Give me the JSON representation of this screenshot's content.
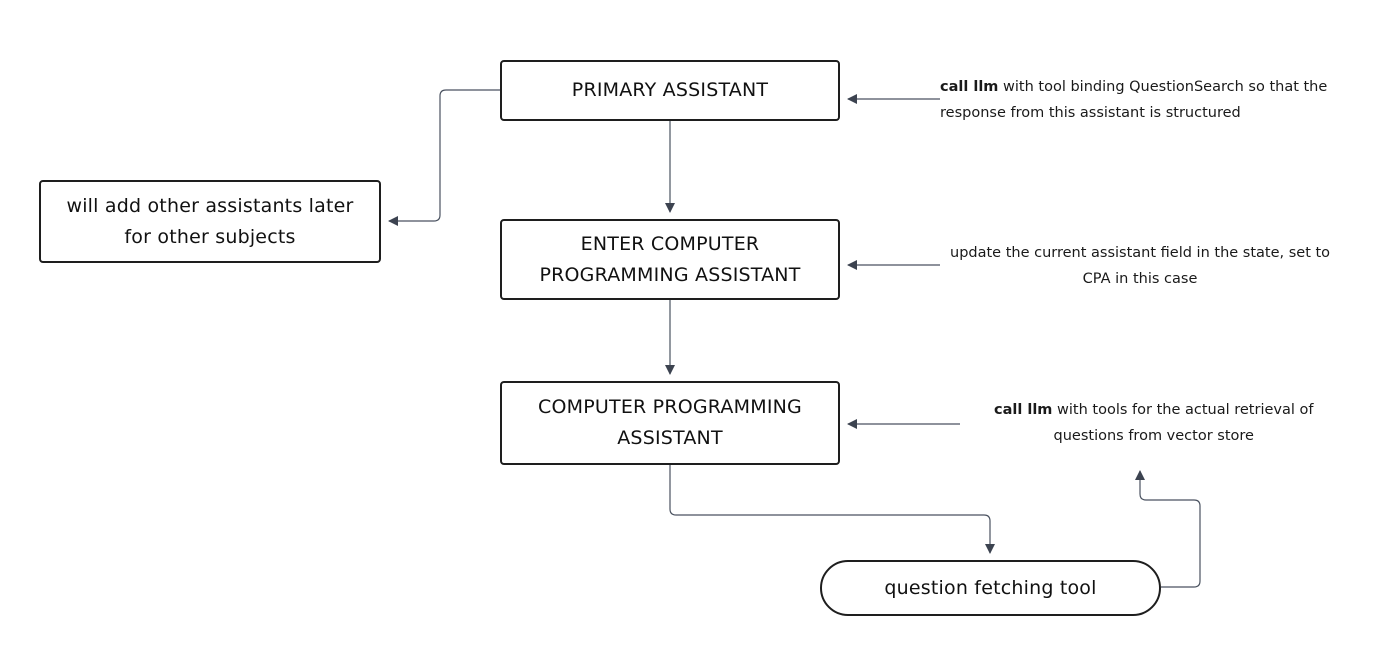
{
  "nodes": {
    "primary": "PRIMARY ASSISTANT",
    "other": [
      "will add other assistants later",
      "for other subjects"
    ],
    "enter": [
      "ENTER COMPUTER",
      "PROGRAMMING ASSISTANT"
    ],
    "cpa": [
      "COMPUTER PROGRAMMING",
      "ASSISTANT"
    ],
    "tool": "question fetching tool"
  },
  "notes": {
    "primary": {
      "bold": "call llm",
      "line1_rest": " with tool binding QuestionSearch so that the",
      "line2": "response from this assistant is structured"
    },
    "enter": {
      "line1": "update the current assistant field in the state, set to",
      "line2": "CPA in this case"
    },
    "cpa": {
      "bold": "call llm",
      "line1_rest": " with tools for the actual retrieval of",
      "line2": "questions from vector store"
    }
  },
  "colors": {
    "stroke": "#1e1e1e",
    "connector": "#4a5260",
    "arrowhead": "#3c4350"
  }
}
